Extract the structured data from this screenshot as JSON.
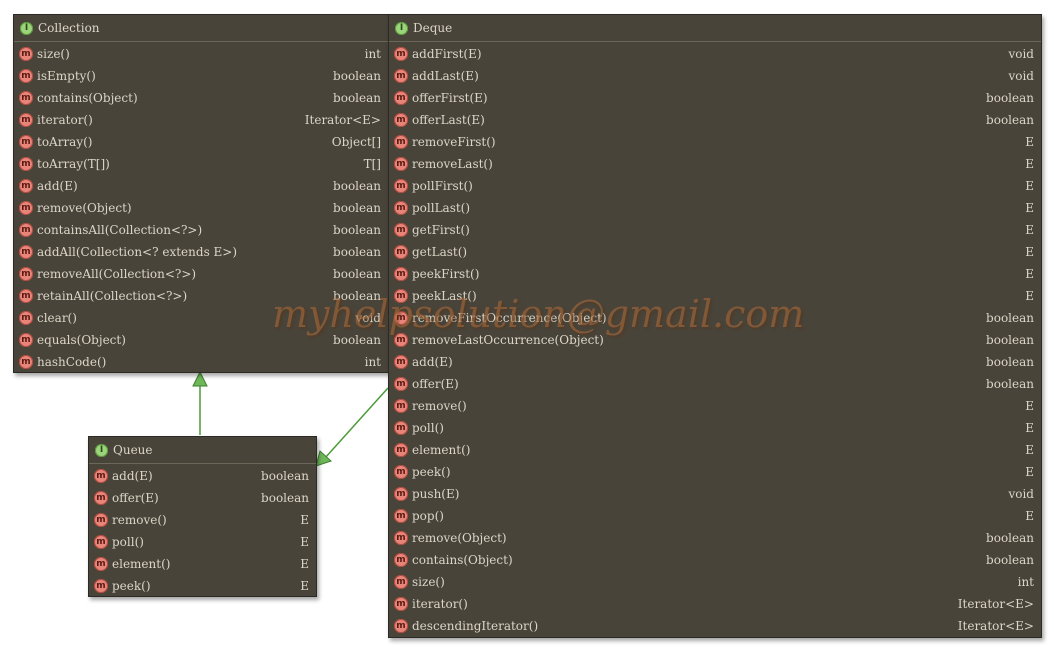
{
  "classes": {
    "collection": {
      "title": "Collection",
      "badge": "I",
      "methods": [
        {
          "name": "size()",
          "type": "int"
        },
        {
          "name": "isEmpty()",
          "type": "boolean"
        },
        {
          "name": "contains(Object)",
          "type": "boolean"
        },
        {
          "name": "iterator()",
          "type": "Iterator<E>"
        },
        {
          "name": "toArray()",
          "type": "Object[]"
        },
        {
          "name": "toArray(T[])",
          "type": "T[]"
        },
        {
          "name": "add(E)",
          "type": "boolean"
        },
        {
          "name": "remove(Object)",
          "type": "boolean"
        },
        {
          "name": "containsAll(Collection<?>)",
          "type": "boolean"
        },
        {
          "name": "addAll(Collection<? extends E>)",
          "type": "boolean"
        },
        {
          "name": "removeAll(Collection<?>)",
          "type": "boolean"
        },
        {
          "name": "retainAll(Collection<?>)",
          "type": "boolean"
        },
        {
          "name": "clear()",
          "type": "void"
        },
        {
          "name": "equals(Object)",
          "type": "boolean"
        },
        {
          "name": "hashCode()",
          "type": "int"
        }
      ]
    },
    "queue": {
      "title": "Queue",
      "badge": "I",
      "methods": [
        {
          "name": "add(E)",
          "type": "boolean"
        },
        {
          "name": "offer(E)",
          "type": "boolean"
        },
        {
          "name": "remove()",
          "type": "E"
        },
        {
          "name": "poll()",
          "type": "E"
        },
        {
          "name": "element()",
          "type": "E"
        },
        {
          "name": "peek()",
          "type": "E"
        }
      ]
    },
    "deque": {
      "title": "Deque",
      "badge": "I",
      "methods": [
        {
          "name": "addFirst(E)",
          "type": "void"
        },
        {
          "name": "addLast(E)",
          "type": "void"
        },
        {
          "name": "offerFirst(E)",
          "type": "boolean"
        },
        {
          "name": "offerLast(E)",
          "type": "boolean"
        },
        {
          "name": "removeFirst()",
          "type": "E"
        },
        {
          "name": "removeLast()",
          "type": "E"
        },
        {
          "name": "pollFirst()",
          "type": "E"
        },
        {
          "name": "pollLast()",
          "type": "E"
        },
        {
          "name": "getFirst()",
          "type": "E"
        },
        {
          "name": "getLast()",
          "type": "E"
        },
        {
          "name": "peekFirst()",
          "type": "E"
        },
        {
          "name": "peekLast()",
          "type": "E"
        },
        {
          "name": "removeFirstOccurrence(Object)",
          "type": "boolean"
        },
        {
          "name": "removeLastOccurrence(Object)",
          "type": "boolean"
        },
        {
          "name": "add(E)",
          "type": "boolean"
        },
        {
          "name": "offer(E)",
          "type": "boolean"
        },
        {
          "name": "remove()",
          "type": "E"
        },
        {
          "name": "poll()",
          "type": "E"
        },
        {
          "name": "element()",
          "type": "E"
        },
        {
          "name": "peek()",
          "type": "E"
        },
        {
          "name": "push(E)",
          "type": "void"
        },
        {
          "name": "pop()",
          "type": "E"
        },
        {
          "name": "remove(Object)",
          "type": "boolean"
        },
        {
          "name": "contains(Object)",
          "type": "boolean"
        },
        {
          "name": "size()",
          "type": "int"
        },
        {
          "name": "iterator()",
          "type": "Iterator<E>"
        },
        {
          "name": "descendingIterator()",
          "type": "Iterator<E>"
        }
      ]
    }
  },
  "method_icon_glyph": "m",
  "watermark": "myhelpsolution@gmail.com",
  "colors": {
    "box_bg": "#48443a",
    "text": "#ddd6c8",
    "interface_badge": "#9bd47a",
    "method_icon": "#e8857a",
    "arrow": "#4c9a3a"
  }
}
